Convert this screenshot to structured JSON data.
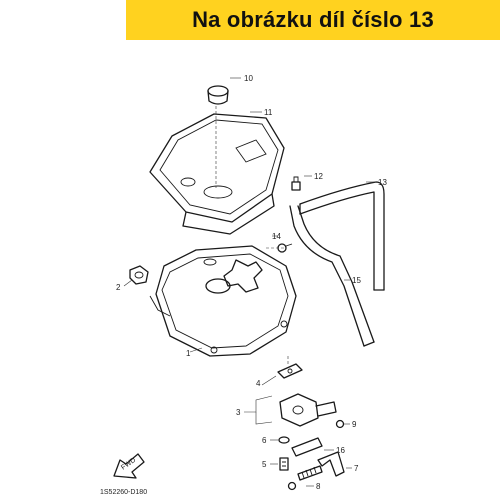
{
  "banner": {
    "text": "Na obrázku díl číslo 13",
    "color": "#ffd21f"
  },
  "diagram": {
    "labels": [
      "1",
      "2",
      "3",
      "4",
      "5",
      "6",
      "7",
      "8",
      "9",
      "10",
      "11",
      "12",
      "13",
      "14",
      "15",
      "16"
    ],
    "fwd_label": "FWD",
    "drawing_code": "1S52260-D180"
  }
}
